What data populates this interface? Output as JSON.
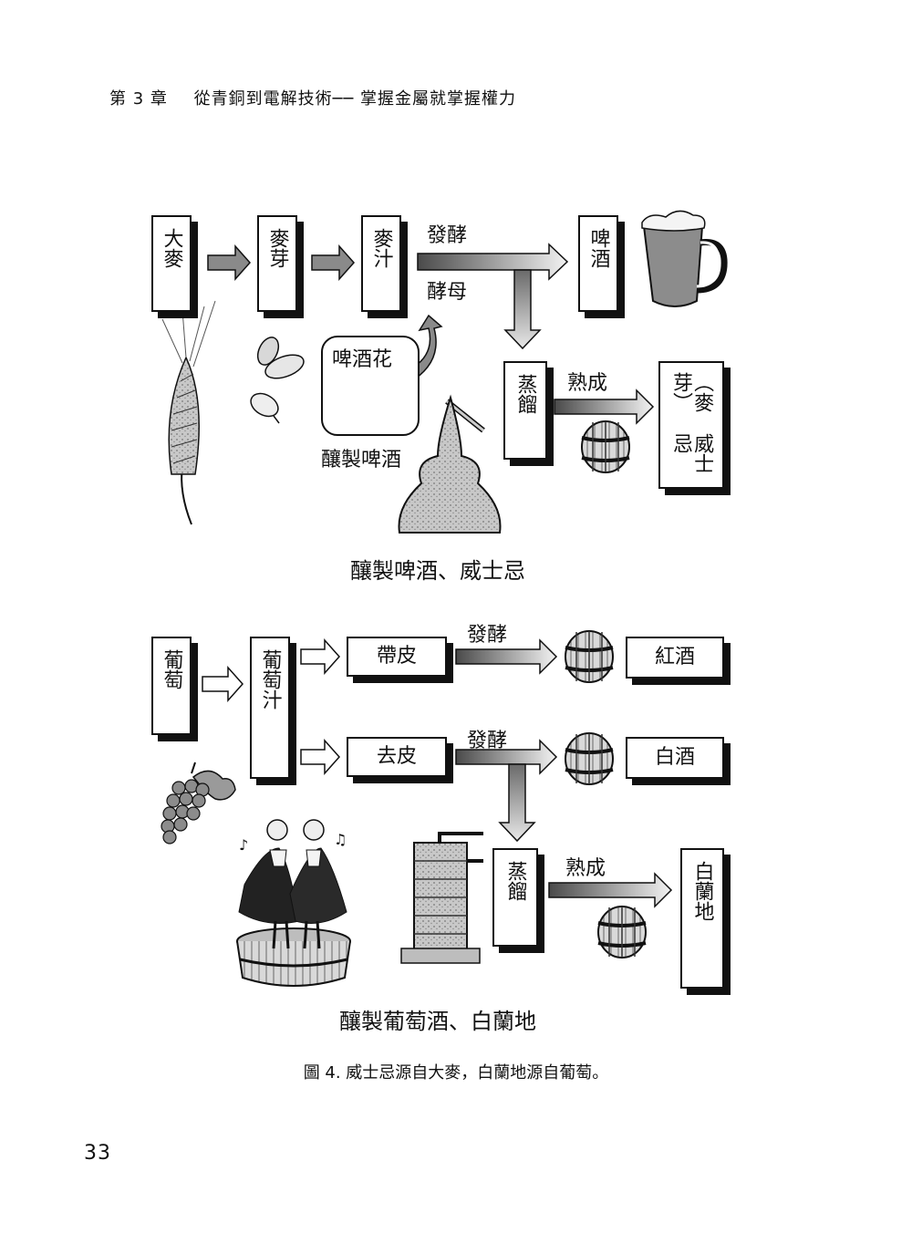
{
  "header": {
    "chapter": "第 3 章",
    "title": "從青銅到電解技術── 掌握金屬就掌握權力"
  },
  "beer_whisky": {
    "steps": {
      "barley": "大麥",
      "malt": "麥芽",
      "wort": "麥汁",
      "beer": "啤酒",
      "distill": "蒸餾",
      "whisky": "威士忌",
      "whisky_note": "（麥芽）"
    },
    "fermentation_label": "發酵",
    "yeast_label": "酵母",
    "hops_label": "啤酒花",
    "aging_label": "熟成",
    "brew_beer_label": "釀製啤酒",
    "caption": "釀製啤酒、威士忌"
  },
  "wine_brandy": {
    "steps": {
      "grapes": "葡萄",
      "juice": "葡萄汁",
      "with_skin": "帶皮",
      "without_skin": "去皮",
      "red_wine": "紅酒",
      "white_wine": "白酒",
      "distill": "蒸餾",
      "brandy": "白蘭地"
    },
    "fermentation_label_1": "發酵",
    "fermentation_label_2": "發酵",
    "aging_label": "熟成",
    "caption": "釀製葡萄酒、白蘭地"
  },
  "figure_caption": "圖 4. 威士忌源自大麥，白蘭地源自葡萄。",
  "page_number": "33",
  "illustrations": [
    "barley-stalk-icon",
    "malt-seed-icon",
    "hops-icon",
    "beer-mug-icon",
    "pot-still-icon",
    "barrel-icon",
    "grapes-icon",
    "grape-stomping-dancers-icon",
    "column-still-icon"
  ],
  "colors": {
    "ink": "#111111",
    "arrow_dark": "#555555",
    "arrow_light": "#eeeeee",
    "sketch_gray": "#b0b0b0"
  }
}
